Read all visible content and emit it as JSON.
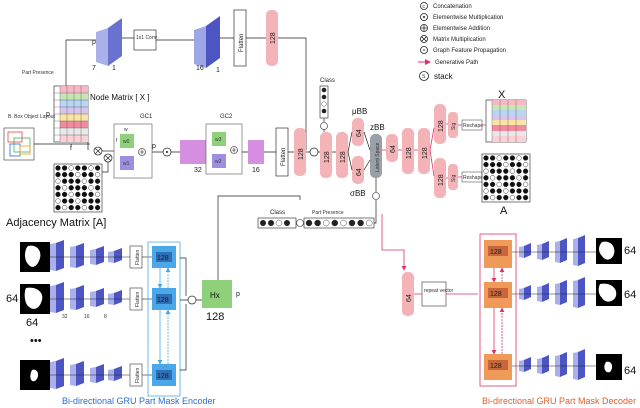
{
  "legend": {
    "concatenation": "Concatenation",
    "elementwise_multiplication": "Elementwise Multiplication",
    "elementwise_addition": "Elementwise Addition",
    "matrix_multiplication": "Matrix Multiplication",
    "graph_feature_propagation": "Graph Feature Propagation",
    "generative_path": "Generative Path",
    "stack": "stack",
    "symbol_concat": "c",
    "symbol_stack": "S"
  },
  "top_branch": {
    "part_presence": "Part Presence",
    "p": "p",
    "seven": "7",
    "one_a": "1",
    "conv": "1x1 Conv",
    "sixteen": "16",
    "one_b": "1",
    "flatten": "Flatten",
    "dim128": "128"
  },
  "node_matrix": {
    "label": "Node Matrix [ X ]",
    "p": "p",
    "f": "f"
  },
  "bbox": {
    "label": "B. Box Object Layout"
  },
  "adjacency": {
    "label": "Adjacency Matrix  [A]"
  },
  "gcn": {
    "gc1": "GC1",
    "gc2": "GC2",
    "w": "w",
    "f": "f",
    "p": "p",
    "w0": "w0",
    "w1": "w1",
    "w2": "w2",
    "w3": "w3",
    "n32": "32",
    "n16": "16",
    "flatten": "Flatten",
    "dim128": "128"
  },
  "center": {
    "class": "Class",
    "mu": "μBB",
    "sigma": "σBB",
    "z": "zBB",
    "latent": "Latent Space",
    "dims": [
      "128",
      "128",
      "64",
      "64"
    ],
    "decoder_dims": [
      "64",
      "128",
      "128",
      "128",
      "128"
    ]
  },
  "class_row": {
    "class": "Class",
    "part_presence": "Part Presence"
  },
  "output": {
    "x": "X",
    "a": "A",
    "sig1": "Sig",
    "sig2": "Sig",
    "reshape1": "Reshape",
    "reshape2": "Reshape"
  },
  "encoder": {
    "dim64a": "64",
    "dim64b": "64",
    "flatten": "Flatten",
    "dim128": "128",
    "small_dims": [
      "32",
      "16",
      "8"
    ],
    "hx": "Hx",
    "hx_dim": "128",
    "hx_p": "p",
    "title": "Bi-directional GRU Part Mask Encoder",
    "dots": "•••"
  },
  "decoder": {
    "repeat": "repeat vector",
    "dim64": "64",
    "dim128": "128",
    "out_dims": [
      "64",
      "64",
      "64"
    ],
    "title": "Bi-directional GRU Part Mask Decoder"
  }
}
